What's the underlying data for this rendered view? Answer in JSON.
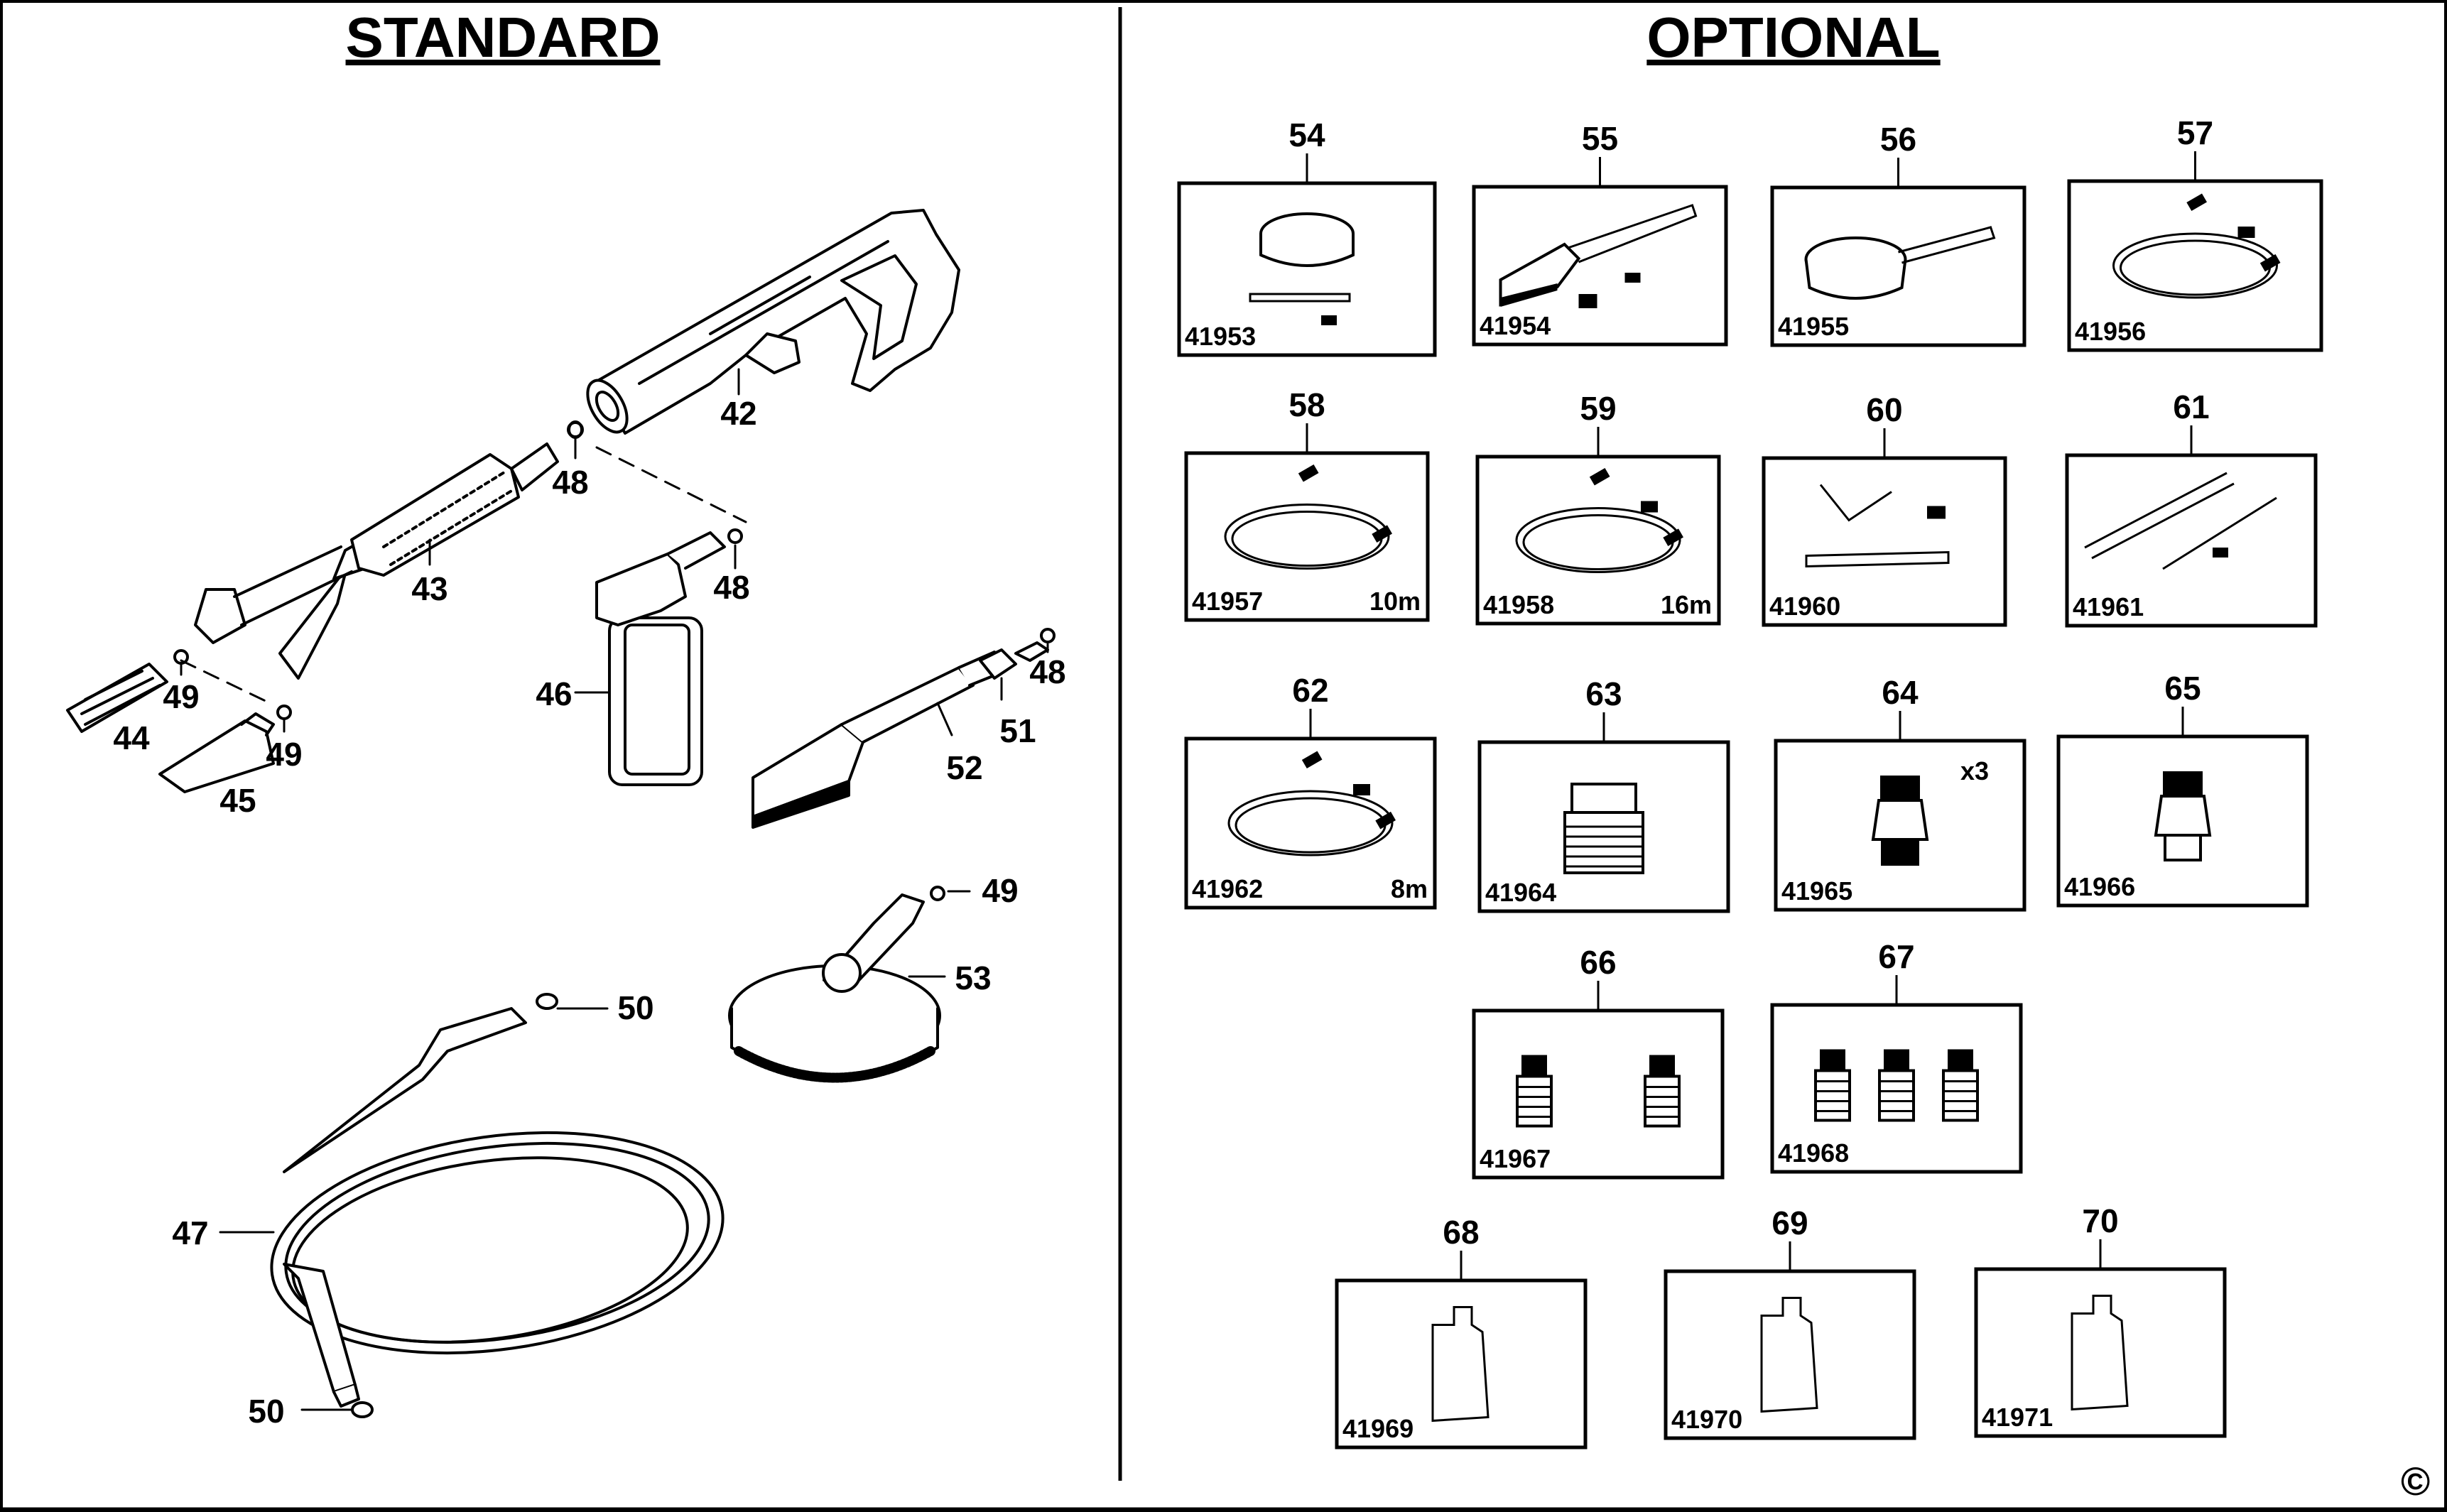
{
  "headings": {
    "standard": "STANDARD",
    "optional": "OPTIONAL"
  },
  "copyright_mark": "©",
  "standard_parts": [
    {
      "label": "42"
    },
    {
      "label": "43"
    },
    {
      "label": "44"
    },
    {
      "label": "45"
    },
    {
      "label": "46"
    },
    {
      "label": "47"
    },
    {
      "label": "48"
    },
    {
      "label": "49"
    },
    {
      "label": "50"
    },
    {
      "label": "51"
    },
    {
      "label": "52"
    },
    {
      "label": "53"
    }
  ],
  "optional_parts": [
    {
      "num": "54",
      "code": "41953",
      "note": "",
      "icon": "surface-cleaner-kit"
    },
    {
      "num": "55",
      "code": "41954",
      "note": "",
      "icon": "brush-kit"
    },
    {
      "num": "56",
      "code": "41955",
      "note": "",
      "icon": "rotary-brush"
    },
    {
      "num": "57",
      "code": "41956",
      "note": "",
      "icon": "drain-cleaning-kit"
    },
    {
      "num": "58",
      "code": "41957",
      "note": "10m",
      "icon": "extension-hose"
    },
    {
      "num": "59",
      "code": "41958",
      "note": "16m",
      "icon": "extension-hose-kit"
    },
    {
      "num": "60",
      "code": "41960",
      "note": "",
      "icon": "angled-lance-kit"
    },
    {
      "num": "61",
      "code": "41961",
      "note": "",
      "icon": "telescopic-lance"
    },
    {
      "num": "62",
      "code": "41962",
      "note": "8m",
      "icon": "pipe-cleaning-hose"
    },
    {
      "num": "63",
      "code": "41964",
      "note": "",
      "icon": "hose-connector"
    },
    {
      "num": "64",
      "code": "41965",
      "note": "x3",
      "icon": "nozzle-set"
    },
    {
      "num": "65",
      "code": "41966",
      "note": "",
      "icon": "adapter-nozzle"
    },
    {
      "num": "66",
      "code": "41967",
      "note": "",
      "icon": "quick-connectors"
    },
    {
      "num": "67",
      "code": "41968",
      "note": "",
      "icon": "connector-set"
    },
    {
      "num": "68",
      "code": "41969",
      "note": "",
      "icon": "detergent-bottle"
    },
    {
      "num": "69",
      "code": "41970",
      "note": "",
      "icon": "detergent-bottle"
    },
    {
      "num": "70",
      "code": "41971",
      "note": "",
      "icon": "detergent-bottle"
    }
  ]
}
